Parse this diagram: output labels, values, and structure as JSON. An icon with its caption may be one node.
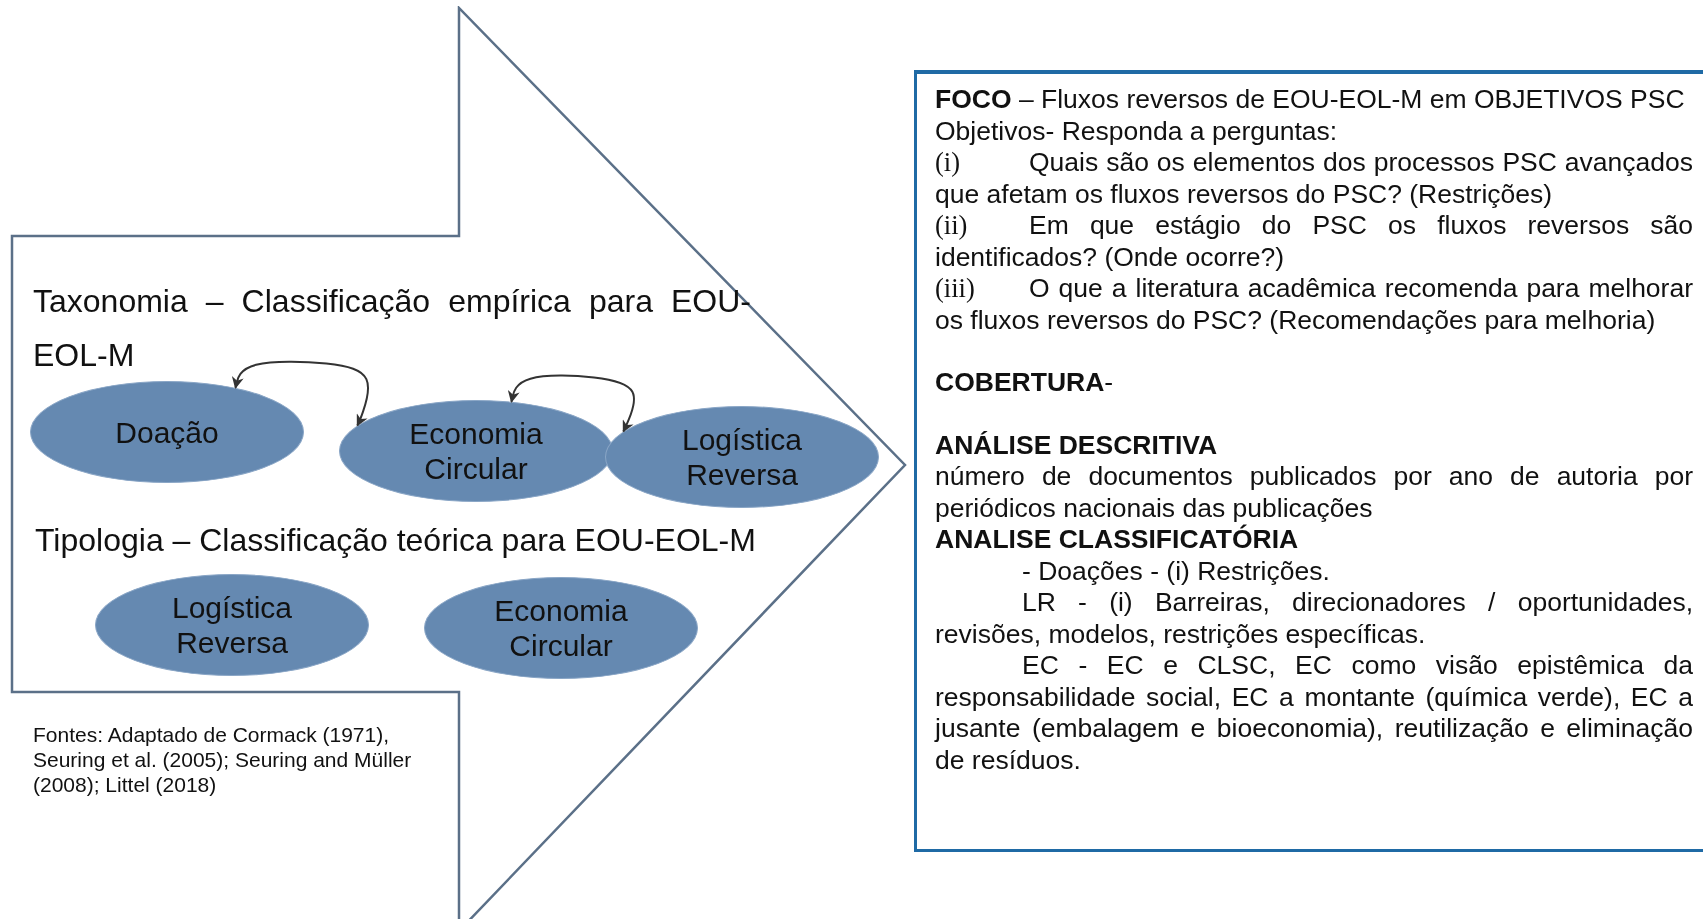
{
  "diagram": {
    "nodes": [
      {
        "text": [
          "Taxonomia – Classificação empírica para EOU-EOL-M",
          "Tipologia – Classificação teórica para EOU-EOL-M"
        ]
      },
      {
        "text": [
          "Doação"
        ],
        "in": 0
      },
      {
        "text": [
          "Economia Circular"
        ],
        "in": 0
      },
      {
        "text": [
          "Logística Reversa"
        ],
        "in": 0
      },
      {
        "text": [
          "Logística Reversa"
        ],
        "in": 0
      },
      {
        "text": [
          "Economia Circular"
        ],
        "in": 0
      },
      {
        "text": [
          "**FOCO** – Fluxos reversos de EOU-EOL-M em OBJETIVOS PSC",
          "Objetivos- Responda a perguntas:",
          "(i) Quais são os elementos dos processos PSC avançados que afetam os fluxos reversos do PSC? (Restrições)",
          "(ii) Em que estágio do PSC os fluxos reversos são identificados? (Onde ocorre?)",
          "(iii) O que a literatura acadêmica recomenda para melhorar os fluxos reversos do PSC? (Recomendações para melhoria)",
          "**COBERTURA**-",
          "ANÁLISE DESCRITIVA",
          "número de documentos publicados por ano de autoria por periódicos nacionais das publicações",
          "ANALISE CLASSIFICATÓRIA",
          "- Doações - (i) Restrições.",
          "LR - (i) Barreiras, direcionadores / oportunidades, revisões, modelos, restrições específicas.",
          "EC - EC e CLSC, EC como visão epistêmica da responsabilidade social, EC a montante (química verde), EC a jusante (embalagem e bioeconomia), reutilização e eliminação de resíduos."
        ]
      }
    ],
    "edges": [
      {
        "from": 1,
        "to": 2,
        "arrow": "both"
      },
      {
        "from": 2,
        "to": 3,
        "arrow": "both"
      }
    ],
    "labels": [
      "Fontes: Adaptado de Cormack (1971), Seuring et al. (2005); Seuring and Müller (2008); Littel (2018)"
    ]
  }
}
